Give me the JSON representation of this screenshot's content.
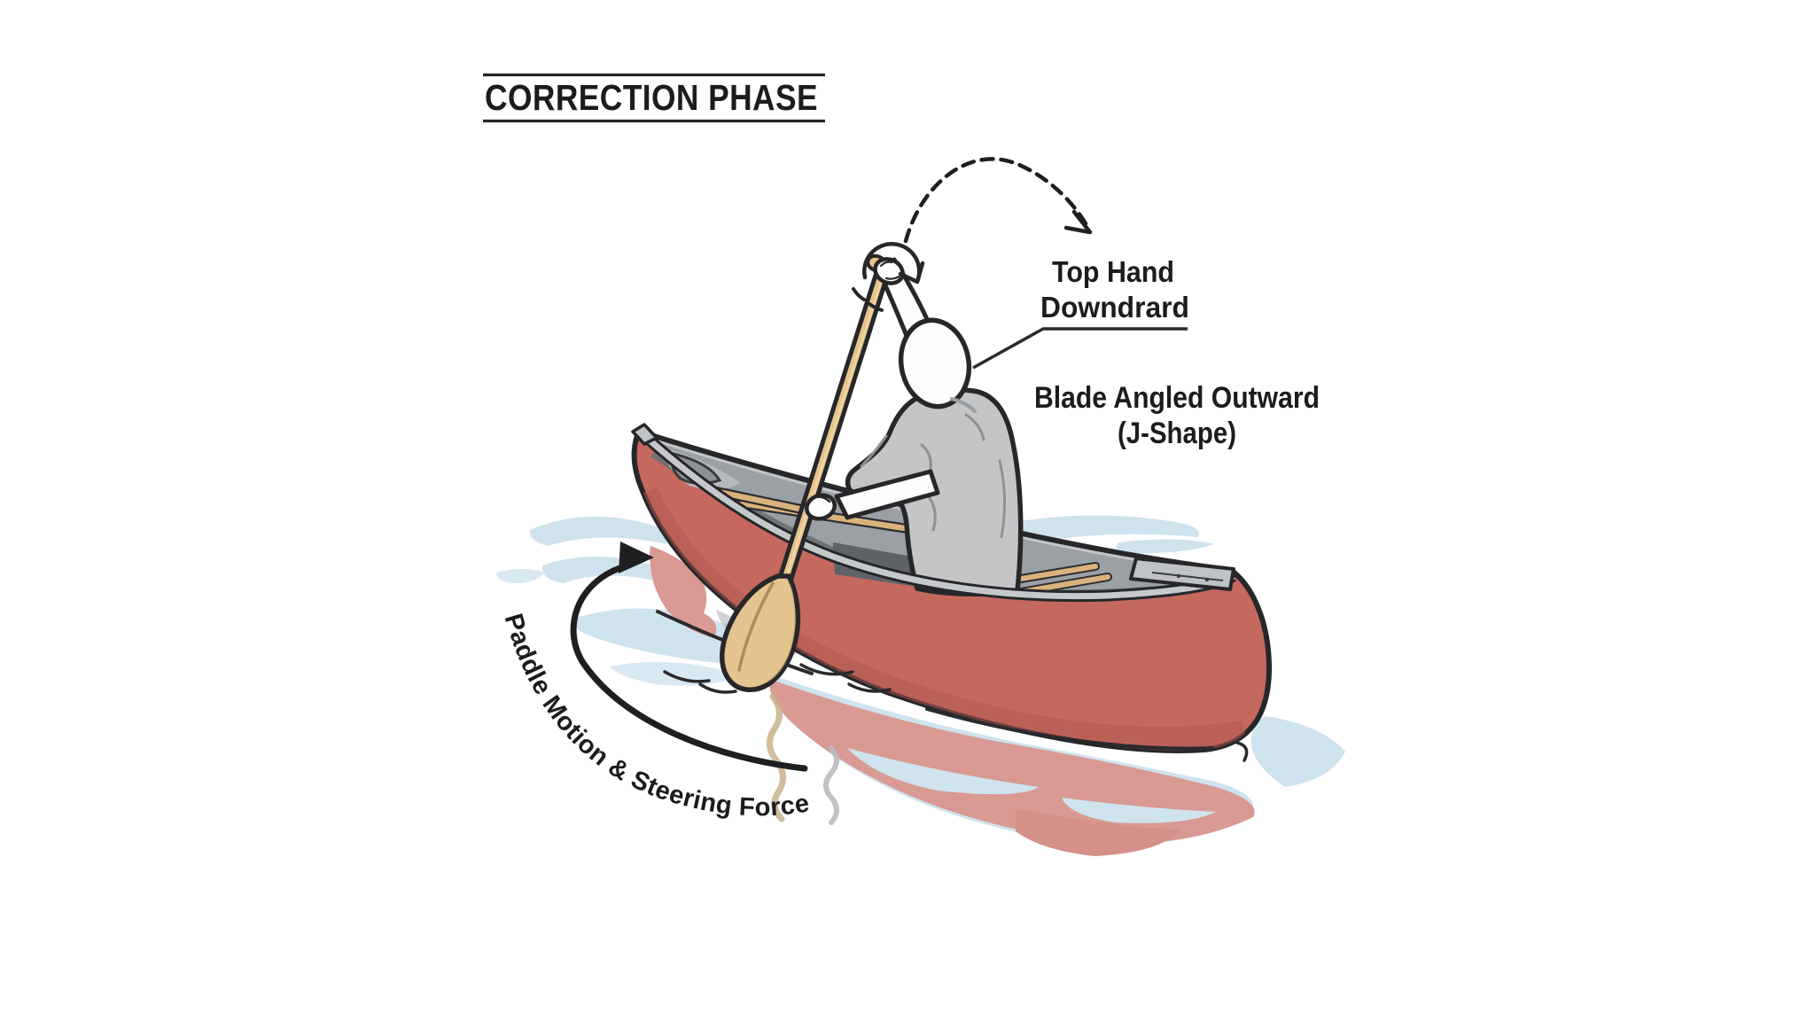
{
  "title": {
    "text": "CORRECTION PHASE"
  },
  "annotations": {
    "top_hand": {
      "line1": "Top Hand",
      "line2": "Downdrard"
    },
    "blade": {
      "line1": "Blade Angled Outward",
      "line2": "(J-Shape)"
    },
    "paddle_motion": {
      "text": "Paddle Motion & Steering Force"
    }
  },
  "illustration": {
    "subject": "paddler seated in canoe performing J-stroke correction",
    "icons": [
      "dashed-arc-arrow",
      "rotation-arrow",
      "steering-arc-arrow",
      "leader-line"
    ],
    "palette": {
      "line": "#27272a",
      "text": "#1c1c1c",
      "hull_red": "#c5685e",
      "hull_shade": "#b2584f",
      "gunwale_rail": "#c6c9cb",
      "deck_plate": "#c0c3c6",
      "interior_gray": "#9aa0a3",
      "interior_dark": "#6b6f73",
      "seat_dark": "#5f6368",
      "thwart_tan": "#d9b37c",
      "paddle_tan": "#e6c48f",
      "paddle_shade": "#d3ab6e",
      "shirt_gray": "#c3c5c7",
      "shirt_shade": "#8e9194",
      "skin_white": "#fdfdfd",
      "water_blue": "#cfe3ee",
      "reflection_pink": "#d89a93",
      "reflection_tan": "#c9b08b",
      "reflection_gray": "#b9bdbf"
    }
  }
}
